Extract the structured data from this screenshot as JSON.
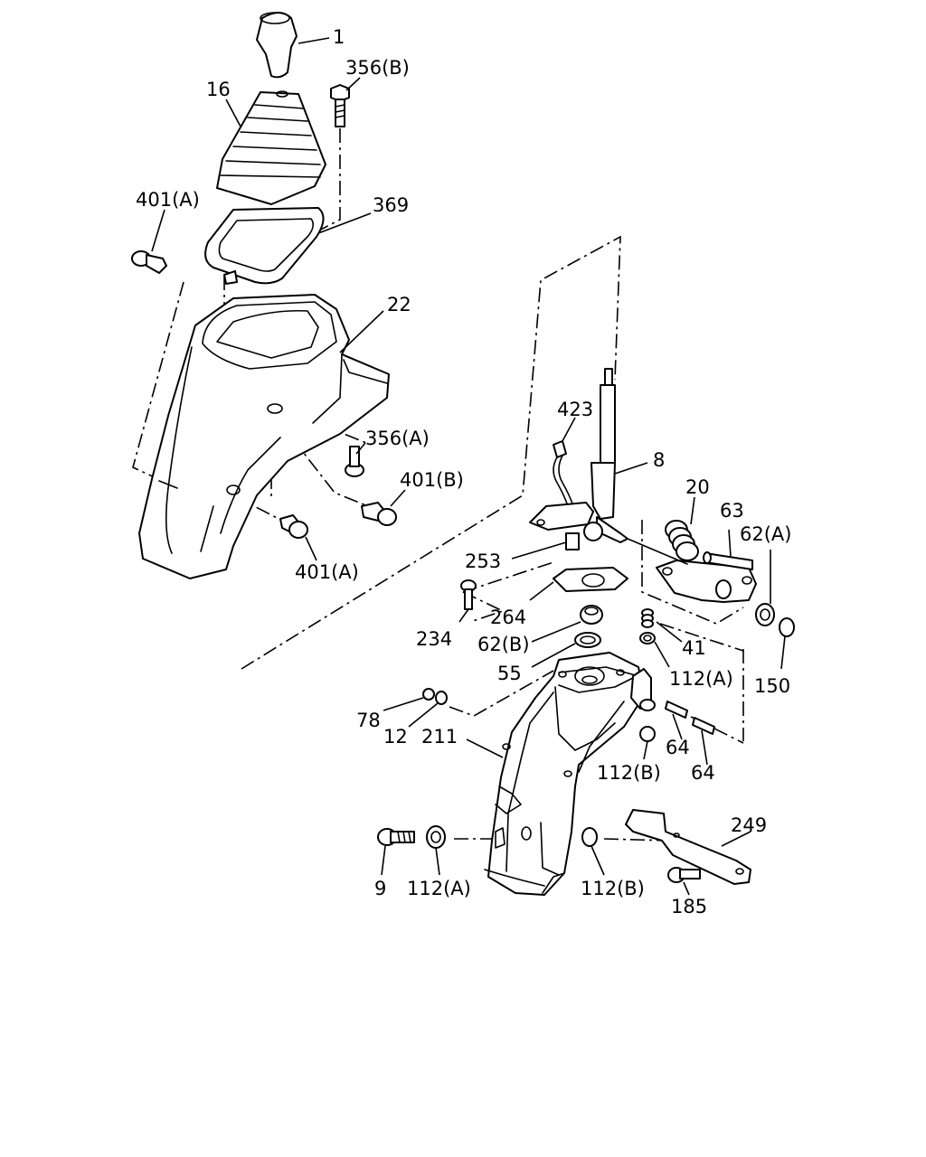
{
  "labels": [
    {
      "id": "p1",
      "text": "1"
    },
    {
      "id": "p356b",
      "text": "356(B)"
    },
    {
      "id": "p16",
      "text": "16"
    },
    {
      "id": "p401a_top",
      "text": "401(A)"
    },
    {
      "id": "p369",
      "text": "369"
    },
    {
      "id": "p22",
      "text": "22"
    },
    {
      "id": "p356a",
      "text": "356(A)"
    },
    {
      "id": "p401b",
      "text": "401(B)"
    },
    {
      "id": "p401a_bottom",
      "text": "401(A)"
    },
    {
      "id": "p423",
      "text": "423"
    },
    {
      "id": "p8",
      "text": "8"
    },
    {
      "id": "p20",
      "text": "20"
    },
    {
      "id": "p63",
      "text": "63"
    },
    {
      "id": "p62a",
      "text": "62(A)"
    },
    {
      "id": "p253",
      "text": "253"
    },
    {
      "id": "p264",
      "text": "264"
    },
    {
      "id": "p234",
      "text": "234"
    },
    {
      "id": "p62b",
      "text": "62(B)"
    },
    {
      "id": "p41",
      "text": "41"
    },
    {
      "id": "p112a_right",
      "text": "112(A)"
    },
    {
      "id": "p150",
      "text": "150"
    },
    {
      "id": "p55",
      "text": "55"
    },
    {
      "id": "p78",
      "text": "78"
    },
    {
      "id": "p12",
      "text": "12"
    },
    {
      "id": "p211",
      "text": "211"
    },
    {
      "id": "p64_a",
      "text": "64"
    },
    {
      "id": "p64_b",
      "text": "64"
    },
    {
      "id": "p112b_right",
      "text": "112(B)"
    },
    {
      "id": "p249",
      "text": "249"
    },
    {
      "id": "p9",
      "text": "9"
    },
    {
      "id": "p112a_bottom",
      "text": "112(A)"
    },
    {
      "id": "p112b_bottom",
      "text": "112(B)"
    },
    {
      "id": "p185",
      "text": "185"
    }
  ]
}
